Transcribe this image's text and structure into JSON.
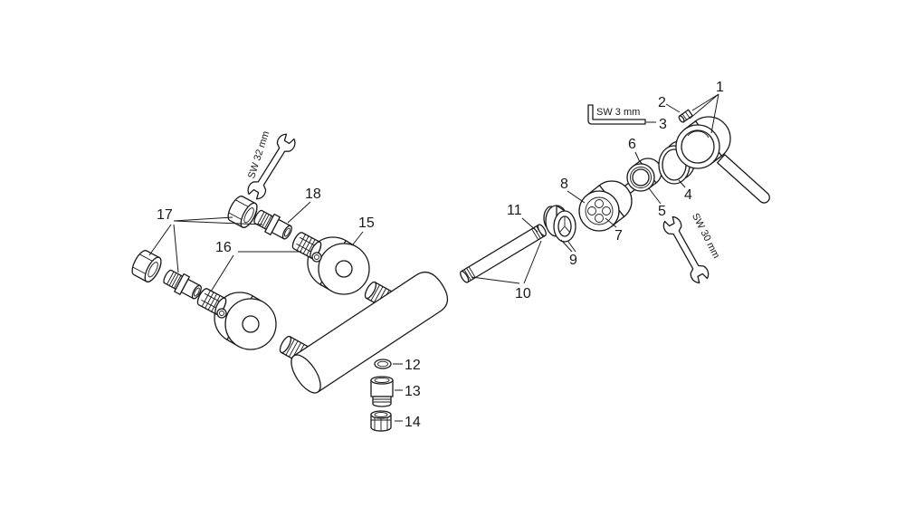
{
  "diagram": {
    "part_labels": [
      "1",
      "2",
      "3",
      "4",
      "5",
      "6",
      "7",
      "8",
      "9",
      "10",
      "11",
      "12",
      "13",
      "14",
      "15",
      "16",
      "17",
      "18"
    ],
    "tool_labels": {
      "hex_key": "SW 3 mm",
      "wrench_32": "SW 32 mm",
      "wrench_30": "SW 30 mm"
    }
  }
}
